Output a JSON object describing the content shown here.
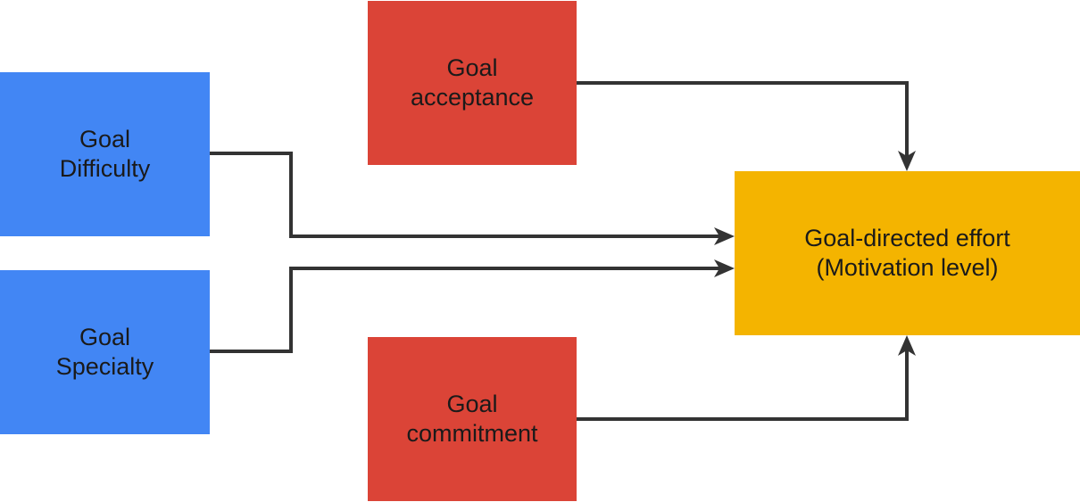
{
  "colors": {
    "blue": "#4286f4",
    "red": "#db4437",
    "yellow": "#f4b400",
    "arrow": "#333333"
  },
  "nodes": {
    "difficulty": {
      "line1": "Goal",
      "line2": "Difficulty",
      "color": "#4286f4"
    },
    "specialty": {
      "line1": "Goal",
      "line2": "Specialty",
      "color": "#4286f4"
    },
    "acceptance": {
      "line1": "Goal",
      "line2": "acceptance",
      "color": "#db4437"
    },
    "commitment": {
      "line1": "Goal",
      "line2": "commitment",
      "color": "#db4437"
    },
    "effort": {
      "line1": "Goal-directed effort",
      "line2": "(Motivation level)",
      "color": "#f4b400"
    }
  },
  "edges": [
    {
      "from": "difficulty",
      "to": "effort"
    },
    {
      "from": "specialty",
      "to": "effort"
    },
    {
      "from": "acceptance",
      "to": "effort"
    },
    {
      "from": "commitment",
      "to": "effort"
    }
  ]
}
